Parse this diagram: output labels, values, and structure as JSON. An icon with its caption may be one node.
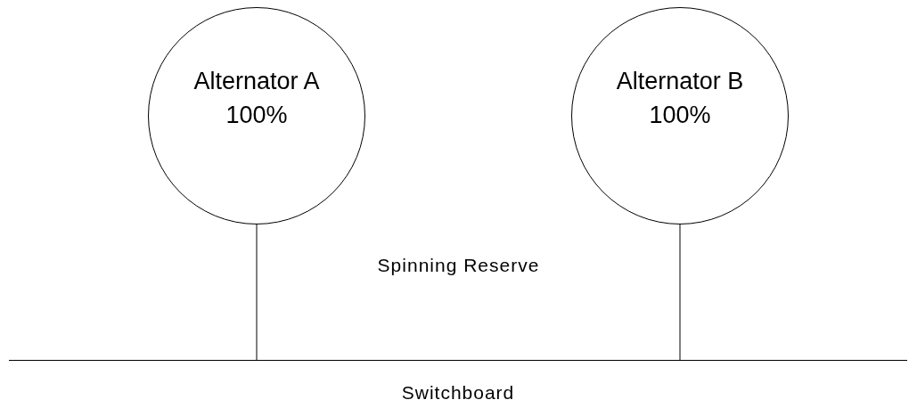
{
  "diagram": {
    "nodes": [
      {
        "text": [
          "Alternator A",
          "100%"
        ]
      },
      {
        "text": [
          "Alternator B",
          "100%"
        ]
      },
      {
        "text": [
          "Switchboard"
        ]
      }
    ],
    "edges": [
      {
        "from": 0,
        "to": 2,
        "arrow": "none"
      },
      {
        "from": 1,
        "to": 2,
        "arrow": "none"
      }
    ],
    "labels": [
      "Spinning Reserve"
    ]
  }
}
